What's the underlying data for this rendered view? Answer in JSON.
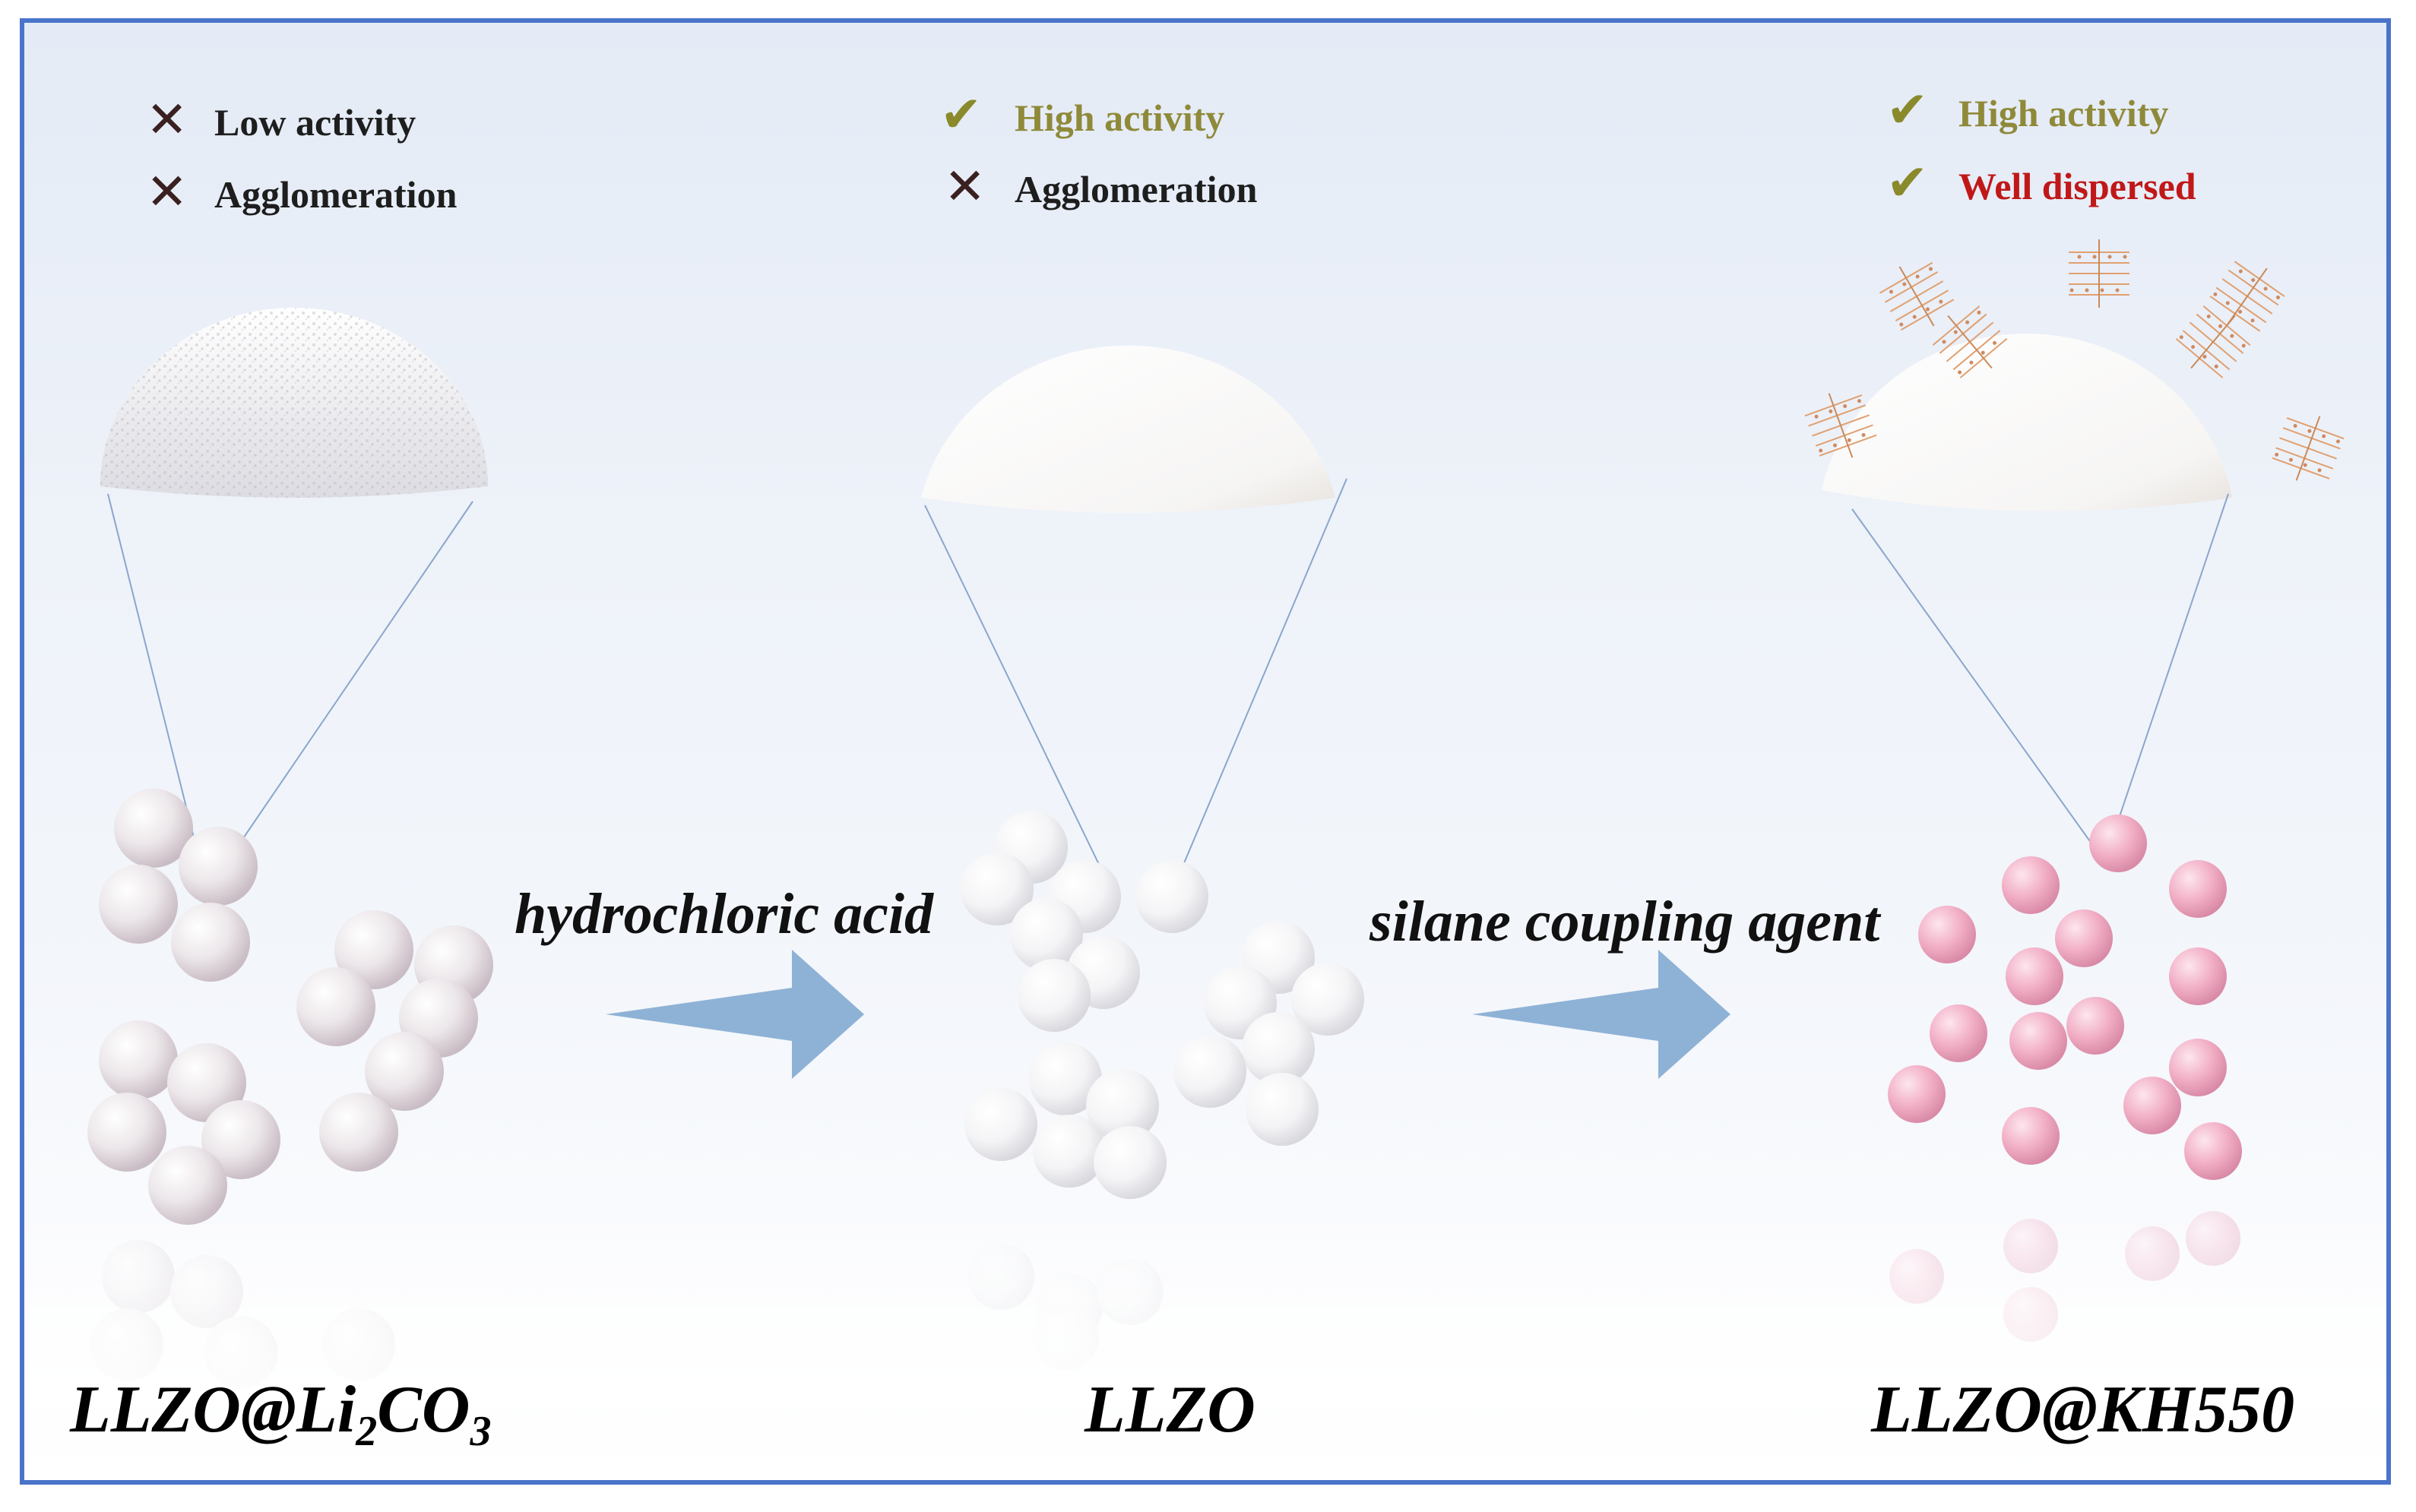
{
  "panels": [
    {
      "label_main": "LLZO@Li",
      "label_sub1": "2",
      "label_mid": "CO",
      "label_sub2": "3",
      "status": [
        {
          "mark": "✕",
          "text": "Low activity"
        },
        {
          "mark": "✕",
          "text": "Agglomeration"
        }
      ]
    },
    {
      "label_main": "LLZO",
      "status": [
        {
          "mark": "✔",
          "text": "High activity"
        },
        {
          "mark": "✕",
          "text": "Agglomeration"
        }
      ]
    },
    {
      "label_main": "LLZO@KH550",
      "status": [
        {
          "mark": "✔",
          "text": "High activity"
        },
        {
          "mark": "✔",
          "text": "Well dispersed"
        }
      ]
    }
  ],
  "arrows": [
    {
      "label": "hydrochloric acid"
    },
    {
      "label": "silane coupling agent"
    }
  ],
  "colors": {
    "border": "#4a74c9",
    "arrow": "#8eb2d6",
    "cross": "#3a2020",
    "check": "#8a8a2c",
    "good_text": "#8f8a3a",
    "red_text": "#c01818",
    "pink_sphere": "#f0a8c0",
    "molecule": "#e0a070"
  }
}
